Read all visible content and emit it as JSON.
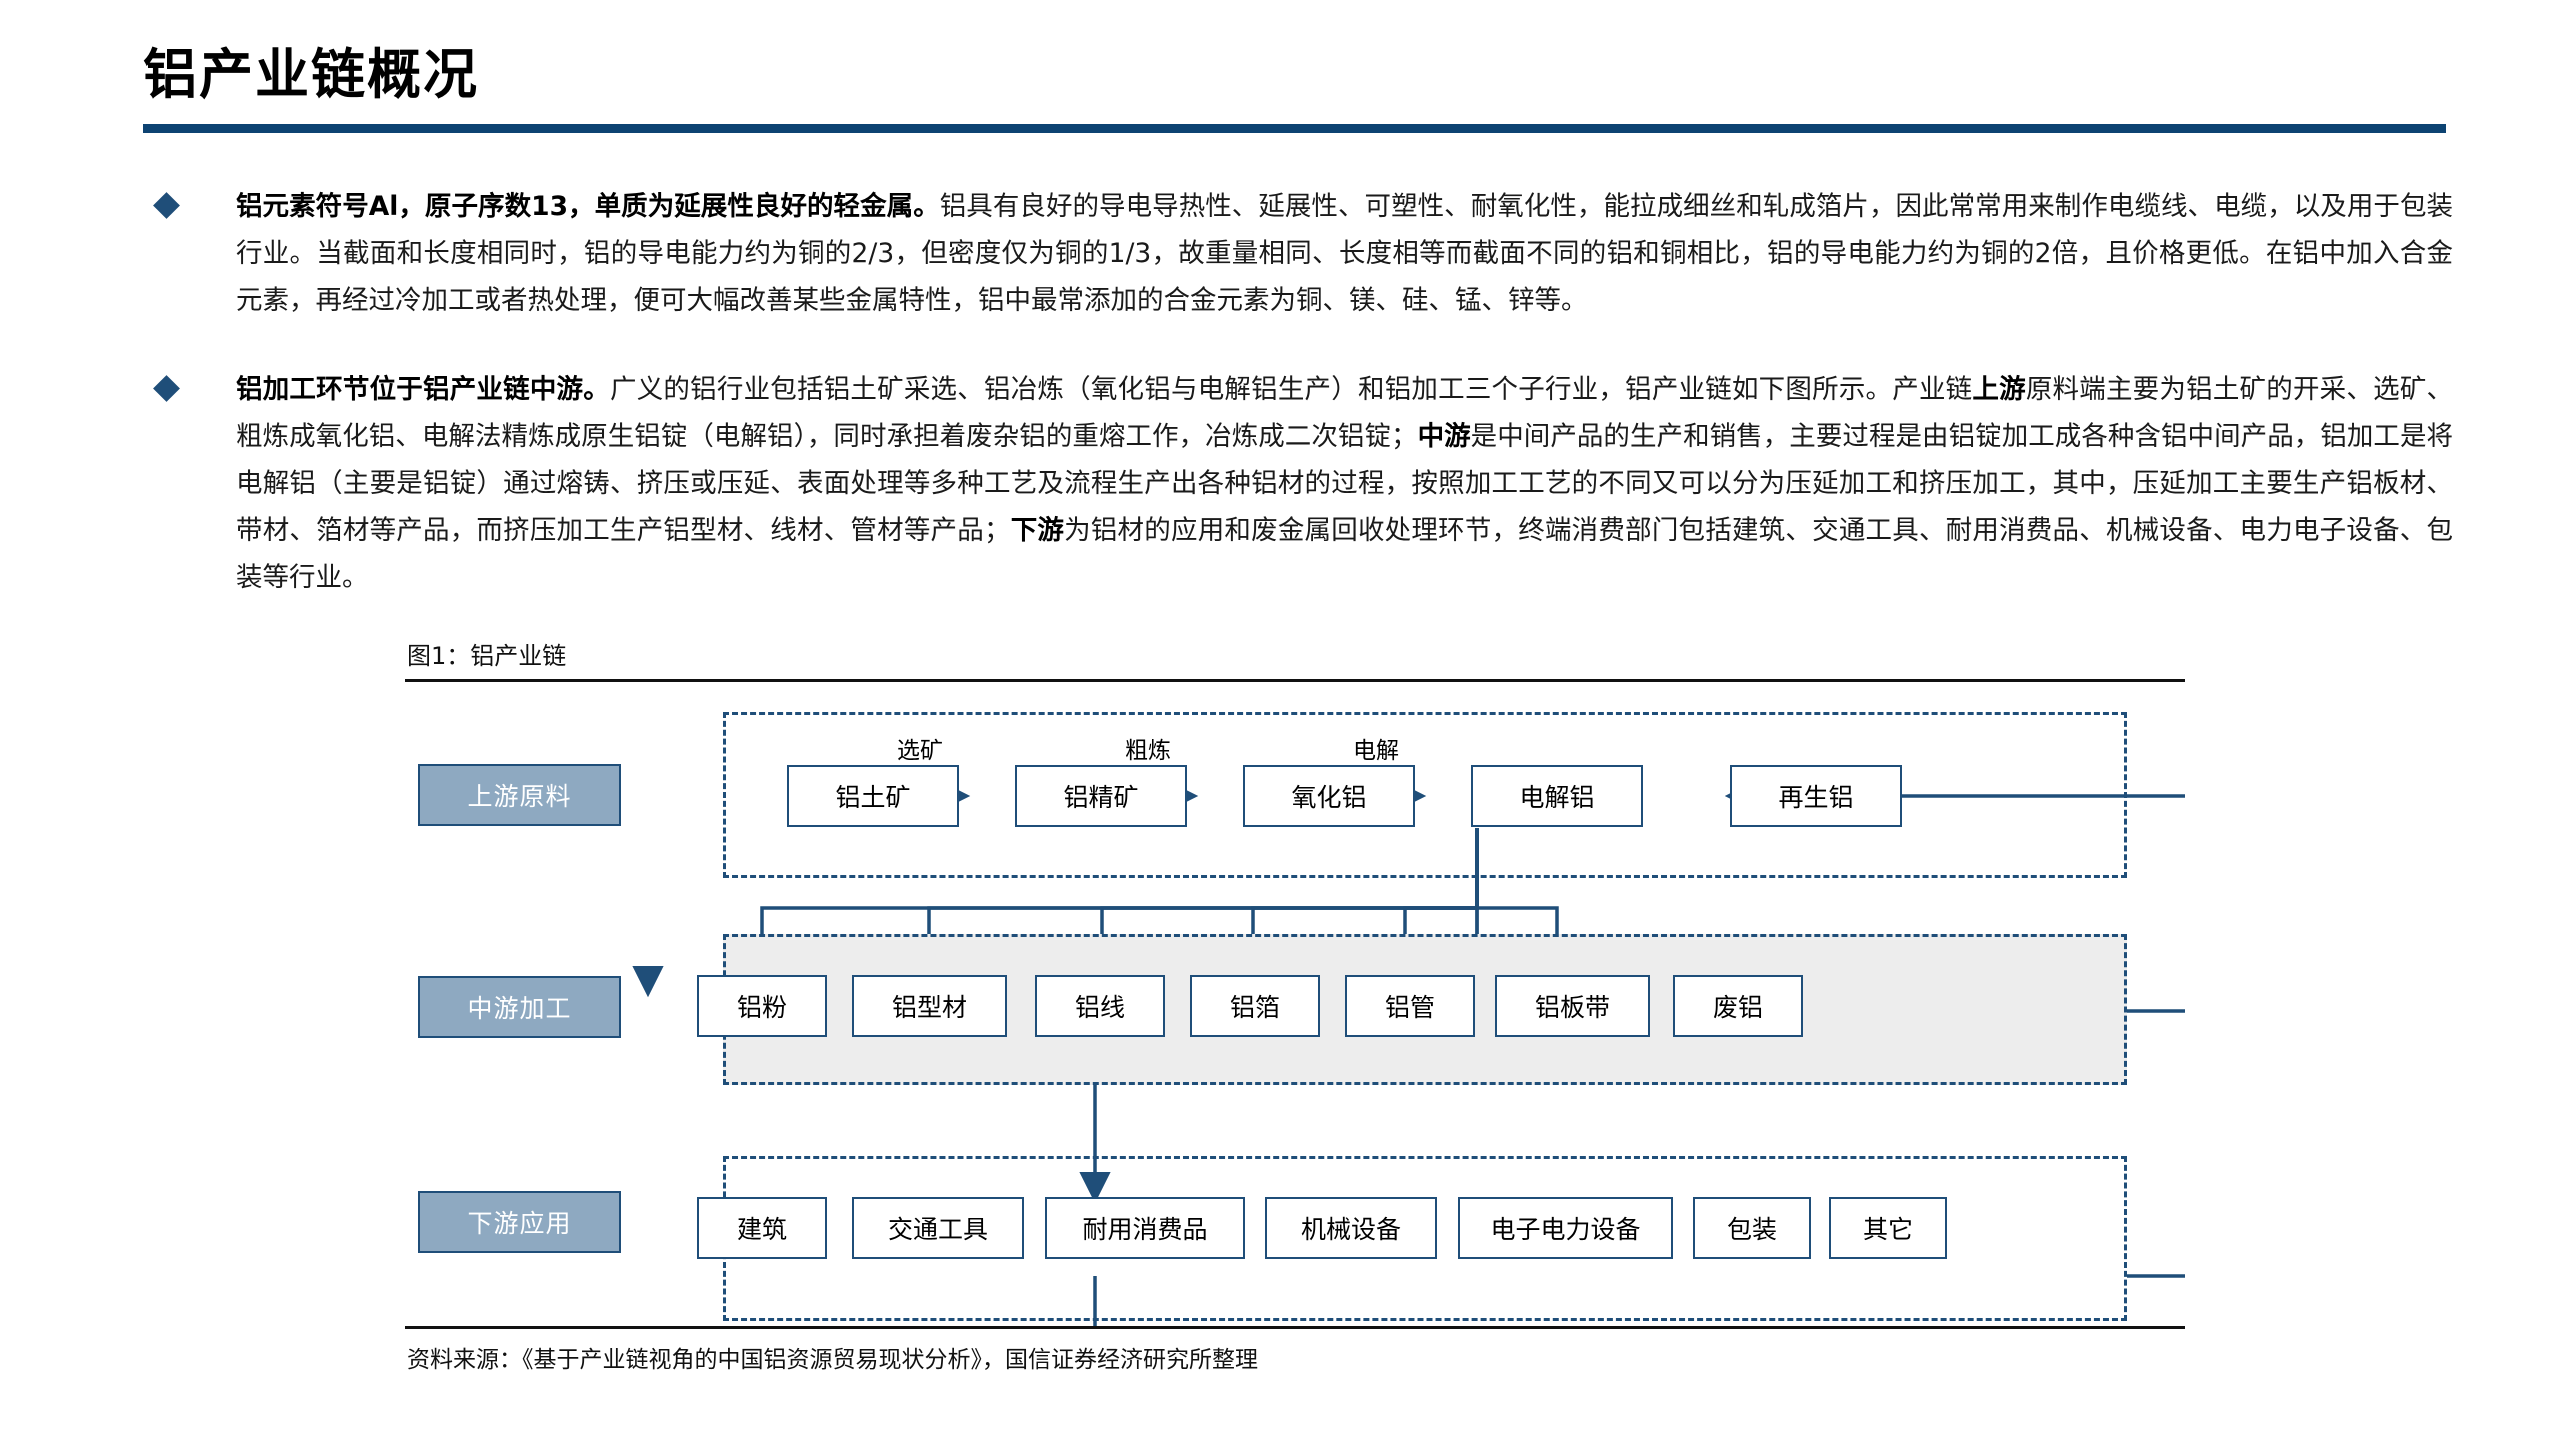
{
  "header": {
    "title": "铝产业链概况",
    "rule_color": "#0d4372"
  },
  "bullets": [
    {
      "marker": "diamond-bullet",
      "html": "<b>铝元素符号Al，原子序数13，单质为延展性良好的轻金属。</b>铝具有良好的导电导热性、延展性、可塑性、耐氧化性，能拉成细丝和轧成箔片，因此常常用来制作电缆线、电缆，以及用于包装行业。当截面和长度相同时，铝的导电能力约为铜的2/3，但密度仅为铜的1/3，故重量相同、长度相等而截面不同的铝和铜相比，铝的导电能力约为铜的2倍，且价格更低。在铝中加入合金元素，再经过冷加工或者热处理，便可大幅改善某些金属特性，铝中最常添加的合金元素为铜、镁、硅、锰、锌等。"
    },
    {
      "marker": "diamond-bullet",
      "html": "<b>铝加工环节位于铝产业链中游。</b>广义的铝行业包括铝土矿采选、铝冶炼（氧化铝与电解铝生产）和铝加工三个子行业，铝产业链如下图所示。产业链<b>上游</b>原料端主要为铝土矿的开采、选矿、粗炼成氧化铝、电解法精炼成原生铝锭（电解铝），同时承担着废杂铝的重熔工作，冶炼成二次铝锭；<b>中游</b>是中间产品的生产和销售，主要过程是由铝锭加工成各种含铝中间产品，铝加工是将电解铝（主要是铝锭）通过熔铸、挤压或压延、表面处理等多种工艺及流程生产出各种铝材的过程，按照加工工艺的不同又可以分为压延加工和挤压加工，其中，压延加工主要生产铝板材、带材、箔材等产品，而挤压加工生产铝型材、线材、管材等产品；<b>下游</b>为铝材的应用和废金属回收处理环节，终端消费部门包括建筑、交通工具、耐用消费品、机械设备、电力电子设备、包装等行业。"
    }
  ],
  "figure": {
    "caption": "图1：铝产业链",
    "source": "资料来源：《基于产业链视角的中国铝资源贸易现状分析》，国信证券经济研究所整理",
    "colors": {
      "accent": "#1F4E79",
      "stage_fill": "#8EA9C1",
      "midzone_fill": "#EDEDED"
    },
    "stages": [
      {
        "name": "upstream",
        "label": "上游原料"
      },
      {
        "name": "midstream",
        "label": "中游加工"
      },
      {
        "name": "downstream",
        "label": "下游应用"
      }
    ],
    "upstream_nodes": [
      {
        "label": "铝土矿"
      },
      {
        "label": "铝精矿"
      },
      {
        "label": "氧化铝"
      },
      {
        "label": "电解铝"
      },
      {
        "label": "再生铝"
      }
    ],
    "upstream_edge_labels": [
      {
        "label": "选矿"
      },
      {
        "label": "粗炼"
      },
      {
        "label": "电解"
      }
    ],
    "midstream_nodes": [
      {
        "label": "铝粉"
      },
      {
        "label": "铝型材"
      },
      {
        "label": "铝线"
      },
      {
        "label": "铝箔"
      },
      {
        "label": "铝管"
      },
      {
        "label": "铝板带"
      },
      {
        "label": "废铝"
      }
    ],
    "downstream_nodes": [
      {
        "label": "建筑"
      },
      {
        "label": "交通工具"
      },
      {
        "label": "耐用消费品"
      },
      {
        "label": "机械设备"
      },
      {
        "label": "电子电力设备"
      },
      {
        "label": "包装"
      },
      {
        "label": "其它"
      }
    ]
  }
}
